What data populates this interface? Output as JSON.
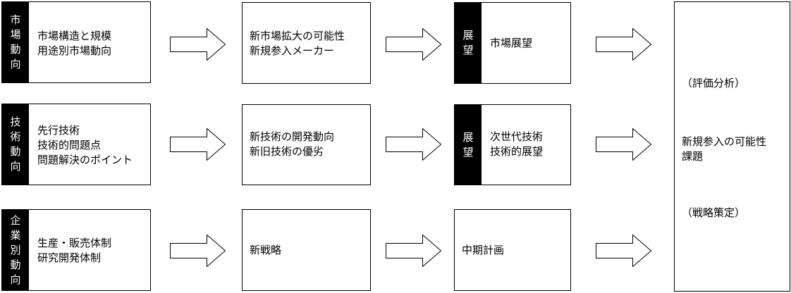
{
  "rows": [
    {
      "tag": "市\n場\n動\n向",
      "col1": [
        "市場構造と規模",
        "用途別市場動向"
      ],
      "col2": [
        "新市場拡大の可能性",
        "新規参入メーカー"
      ],
      "col3_tag": "展\n望",
      "col3": [
        "市場展望"
      ]
    },
    {
      "tag": "技\n術\n動\n向",
      "col1": [
        "先行技術",
        "技術的問題点",
        "問題解決のポイント"
      ],
      "col2": [
        "新技術の開発動向",
        "新旧技術の優劣"
      ],
      "col3_tag": "展\n望",
      "col3": [
        "次世代技術",
        "技術的展望"
      ]
    },
    {
      "tag": "企\n業\n別\n動\n向",
      "col1": [
        "生産・販売体制",
        "研究開発体制"
      ],
      "col2": [
        "新戦略"
      ],
      "col3_tag": "",
      "col3": [
        "中期計画"
      ]
    }
  ],
  "result": {
    "evaluation": "（評価分析）",
    "lines": [
      "新規参入の可能性",
      "課題"
    ],
    "strategy": "（戦略策定）"
  }
}
